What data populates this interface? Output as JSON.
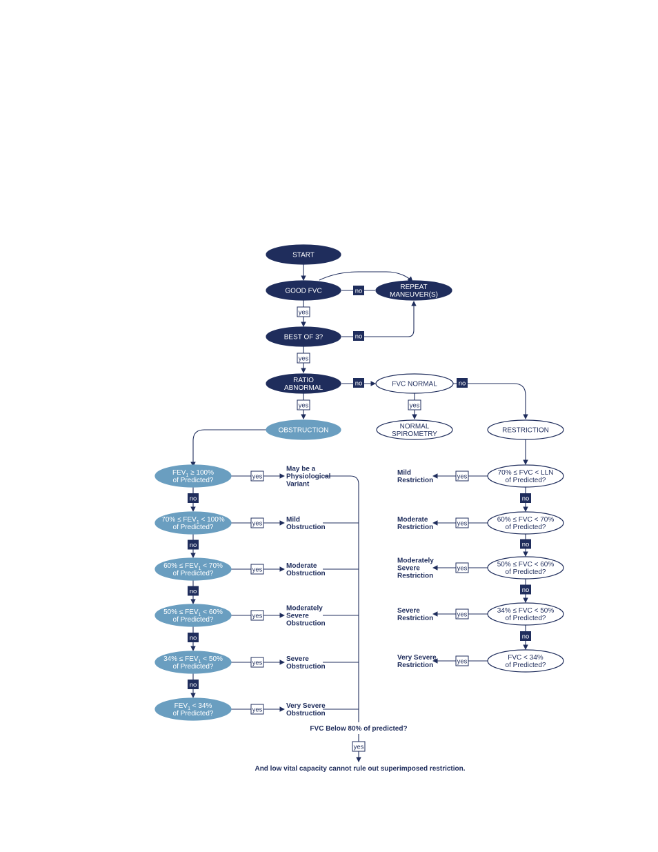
{
  "colors": {
    "dark_node": "#1f2d5c",
    "light_node": "#6a9ec0",
    "outline_node": "#1f2d5c",
    "line": "#1f2d5c",
    "no_badge": "#1f2d5c",
    "text_dark": "#1f2d5c",
    "text_light": "#ffffff"
  },
  "nodes": {
    "start": [
      "START"
    ],
    "good_fvc": [
      "GOOD FVC"
    ],
    "repeat": [
      "REPEAT",
      "MANEUVER(S)"
    ],
    "best_of_3": [
      "BEST OF 3?"
    ],
    "ratio_abnormal": [
      "RATIO",
      "ABNORMAL"
    ],
    "fvc_normal": [
      "FVC NORMAL"
    ],
    "normal_spirometry": [
      "NORMAL",
      "SPIROMETRY"
    ],
    "obstruction": [
      "OBSTRUCTION"
    ],
    "restriction": [
      "RESTRICTION"
    ]
  },
  "obstruction_steps": [
    {
      "pre": "FEV",
      "sub": "1",
      "post": " ≥ 100%",
      "line2": "of Predicted?",
      "outcome": [
        "May be a",
        "Physiological",
        "Variant"
      ]
    },
    {
      "pre": "70% ≤ FEV",
      "sub": "1",
      "post": " < 100%",
      "line2": "of Predicted?",
      "outcome": [
        "Mild",
        "Obstruction"
      ]
    },
    {
      "pre": "60% ≤ FEV",
      "sub": "1",
      "post": " < 70%",
      "line2": "of Predicted?",
      "outcome": [
        "Moderate",
        "Obstruction"
      ]
    },
    {
      "pre": "50% ≤ FEV",
      "sub": "1",
      "post": " < 60%",
      "line2": "of Predicted?",
      "outcome": [
        "Moderately",
        "Severe",
        "Obstruction"
      ]
    },
    {
      "pre": "34% ≤ FEV",
      "sub": "1",
      "post": " < 50%",
      "line2": "of Predicted?",
      "outcome": [
        "Severe",
        "Obstruction"
      ]
    },
    {
      "pre": "FEV",
      "sub": "1",
      "post": " < 34%",
      "line2": "of Predicted?",
      "outcome": [
        "Very Severe",
        "Obstruction"
      ]
    }
  ],
  "restriction_steps": [
    {
      "line1": "70% ≤ FVC < LLN",
      "line2": "of Predicted?",
      "outcome": [
        "Mild",
        "Restriction"
      ]
    },
    {
      "line1": "60% ≤ FVC < 70%",
      "line2": "of Predicted?",
      "outcome": [
        "Moderate",
        "Restriction"
      ]
    },
    {
      "line1": "50% ≤ FVC < 60%",
      "line2": "of Predicted?",
      "outcome": [
        "Moderately",
        "Severe",
        "Restriction"
      ]
    },
    {
      "line1": "34% ≤ FVC < 50%",
      "line2": "of Predicted?",
      "outcome": [
        "Severe",
        "Restriction"
      ]
    },
    {
      "line1": "FVC < 34%",
      "line2": "of Predicted?",
      "outcome": [
        "Very Severe",
        "Restriction"
      ]
    }
  ],
  "labels": {
    "yes": "yes",
    "no": "no"
  },
  "footer": {
    "question": "FVC Below 80% of predicted?",
    "conclusion": "And low vital capacity cannot rule out superimposed restriction."
  }
}
